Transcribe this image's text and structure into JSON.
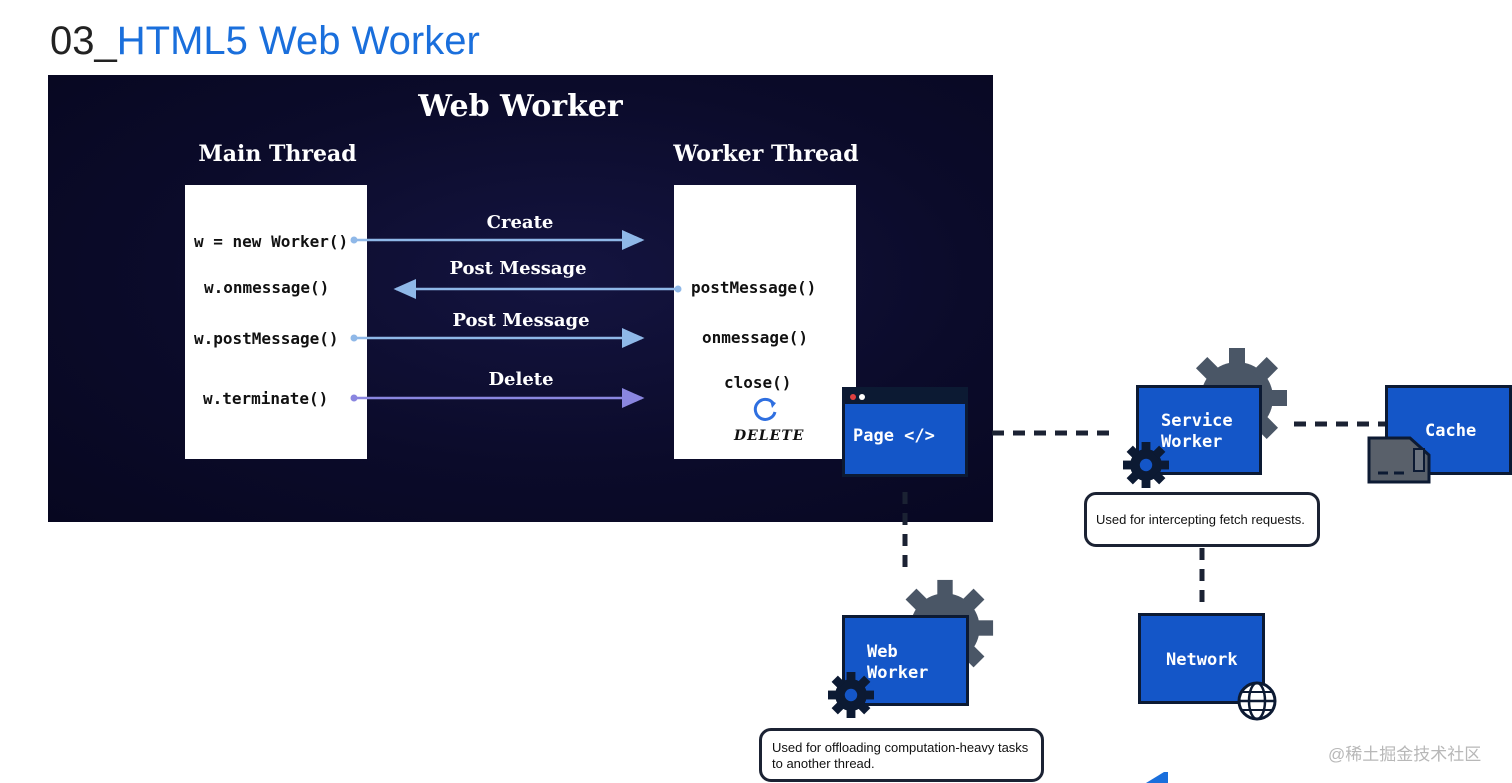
{
  "slide": {
    "number": "03_",
    "title": "HTML5 Web Worker"
  },
  "panel": {
    "title": "Web Worker",
    "main_thread": {
      "heading": "Main Thread",
      "items": [
        "w = new Worker()",
        "w.onmessage()",
        "w.postMessage()",
        "w.terminate()"
      ]
    },
    "worker_thread": {
      "heading": "Worker Thread",
      "items": [
        "postMessage()",
        "onmessage()",
        "close()"
      ],
      "delete_word": "DELETE"
    },
    "arrows": [
      "Create",
      "Post Message",
      "Post Message",
      "Delete"
    ]
  },
  "diagram": {
    "page": "Page </>",
    "service_worker": [
      "Service",
      "Worker"
    ],
    "cache": "Cache",
    "network": "Network",
    "web_worker": [
      "Web",
      "Worker"
    ],
    "service_worker_note": "Used for intercepting fetch requests.",
    "web_worker_note": [
      "Used for offloading computation-heavy tasks",
      "to another thread."
    ]
  },
  "watermark": "@稀土掘金技术社区",
  "colors": {
    "accent": "#1a6fdc",
    "node": "#1456c8",
    "panel": "#0b0b2a",
    "gear": "#4a5666"
  }
}
